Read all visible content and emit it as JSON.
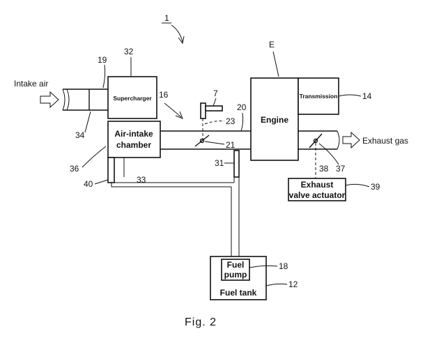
{
  "diagram": {
    "figure_number": "1",
    "caption": "Fig. 2",
    "labels": {
      "intake_air": "Intake air",
      "exhaust_gas": "Exhaust gas",
      "supercharger": "Supercharger",
      "air_intake_chamber_line1": "Air-intake",
      "air_intake_chamber_line2": "chamber",
      "engine": "Engine",
      "transmission": "Transmission",
      "exhaust_valve_actuator_line1": "Exhaust",
      "exhaust_valve_actuator_line2": "valve actuator",
      "fuel_pump_line1": "Fuel",
      "fuel_pump_line2": "pump",
      "fuel_tank": "Fuel tank"
    },
    "refs": {
      "r7": "7",
      "r12": "12",
      "r14": "14",
      "r16": "16",
      "r18": "18",
      "r19": "19",
      "r20": "20",
      "r21": "21",
      "r23": "23",
      "r31": "31",
      "r32": "32",
      "r33": "33",
      "r34": "34",
      "r36": "36",
      "r37": "37",
      "r38": "38",
      "r39": "39",
      "r40": "40",
      "rE": "E"
    }
  }
}
